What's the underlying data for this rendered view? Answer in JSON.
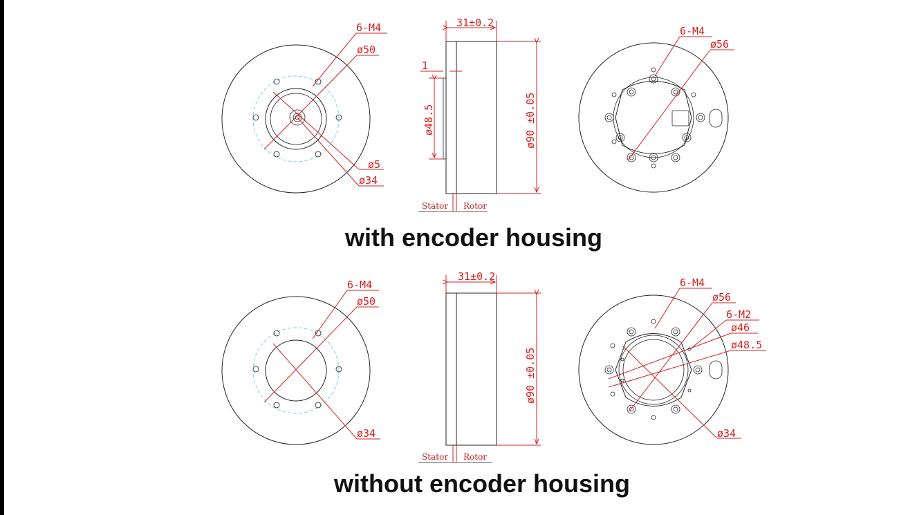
{
  "colors": {
    "dimension": "#d42020",
    "line": "#222222",
    "centerline": "#7fd0d8"
  },
  "top": {
    "caption": "with encoder housing",
    "front": {
      "holes": "6-M4",
      "d_outer": "ø50",
      "d_shaft": "ø5",
      "d_inner": "ø34"
    },
    "side": {
      "width": "31±0.2",
      "offset": "1",
      "d_bore": "ø48.5",
      "d_body": "ø90 ±0.05",
      "stator": "Stator",
      "rotor": "Rotor"
    },
    "rear": {
      "holes": "6-M4",
      "d_pcd": "ø56"
    }
  },
  "bottom": {
    "caption": "without encoder housing",
    "front": {
      "holes": "6-M4",
      "d_outer": "ø50",
      "d_inner": "ø34"
    },
    "side": {
      "width": "31±0.2",
      "d_body": "ø90 ±0.05",
      "stator": "Stator",
      "rotor": "Rotor"
    },
    "rear": {
      "holes": "6-M4",
      "d_pcd": "ø56",
      "holes_small": "6-M2",
      "d_46": "ø46",
      "d_48": "ø48.5",
      "d_34": "ø34"
    }
  }
}
